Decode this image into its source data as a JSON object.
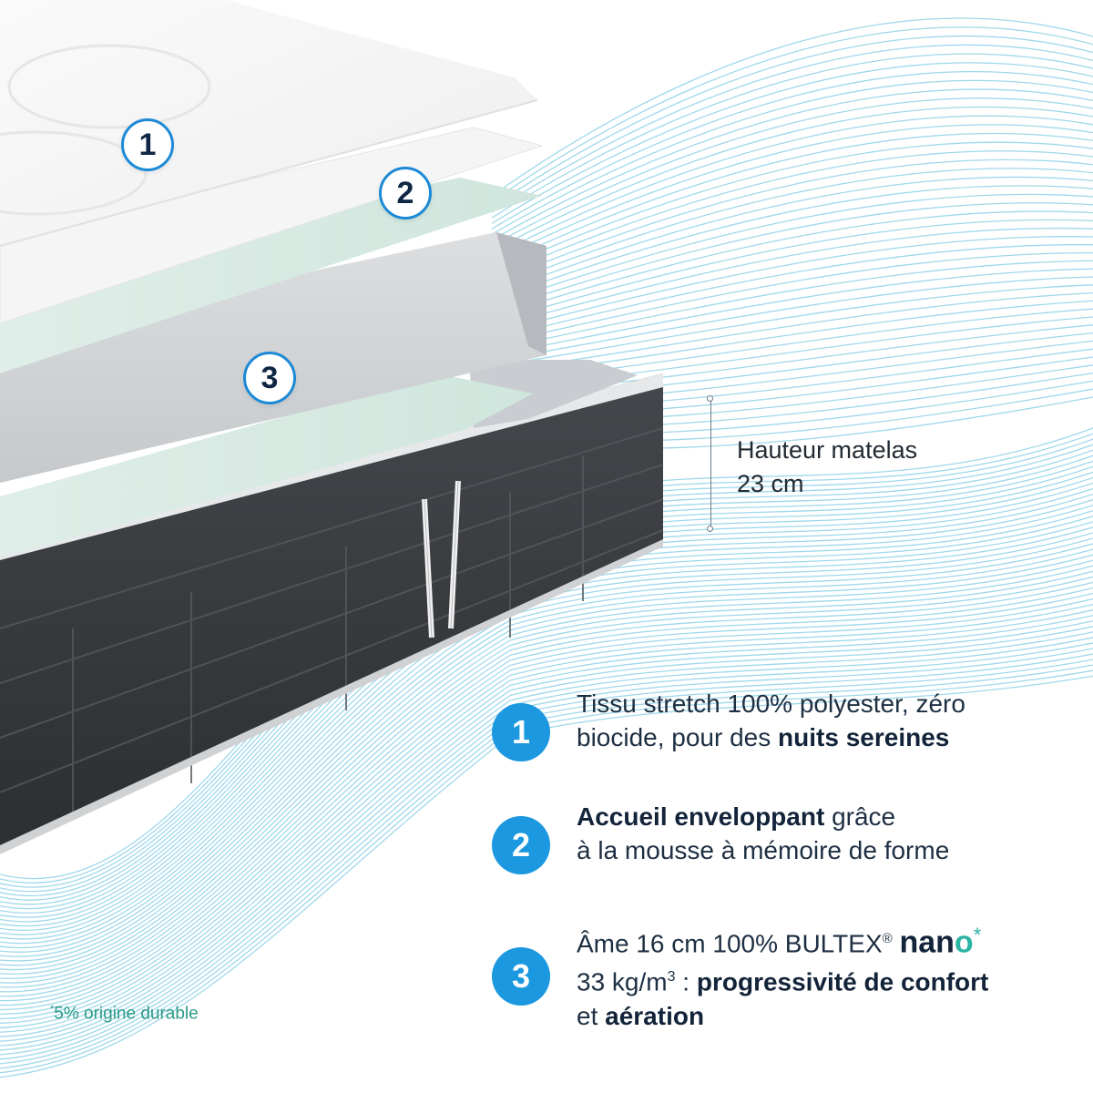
{
  "layer_markers": [
    "1",
    "2",
    "3"
  ],
  "height_callout": {
    "label": "Hauteur matelas",
    "value": "23 cm"
  },
  "features": [
    {
      "number": "1",
      "line1": "Tissu stretch 100% polyester, zéro",
      "line2_plain": "biocide, pour des ",
      "line2_bold": "nuits sereines"
    },
    {
      "number": "2",
      "line1_bold": "Accueil enveloppant",
      "line1_plain": " grâce",
      "line2": "à la mousse à mémoire de forme"
    },
    {
      "number": "3",
      "line1_plain": "Âme 16 cm 100% BULTEX",
      "line1_registered": "®",
      "brand_nan": "nan",
      "brand_o": "o",
      "brand_star": "*",
      "line2_plain": "33 kg/m",
      "line2_sup": "3",
      "line2_sep": " : ",
      "line2_bold": "progressivité de confort",
      "line3_plain": "et ",
      "line3_bold": "aération"
    }
  ],
  "footnote": {
    "star": "*",
    "text": "5% origine durable"
  },
  "colors": {
    "accent_blue": "#1b98df",
    "brand_teal": "#2bb3a3",
    "wave_lines": "#9fd8ea",
    "mattress_side": "#3a3d41",
    "memory_foam": "#d8ebe3",
    "core_foam": "#d1d4d7"
  }
}
